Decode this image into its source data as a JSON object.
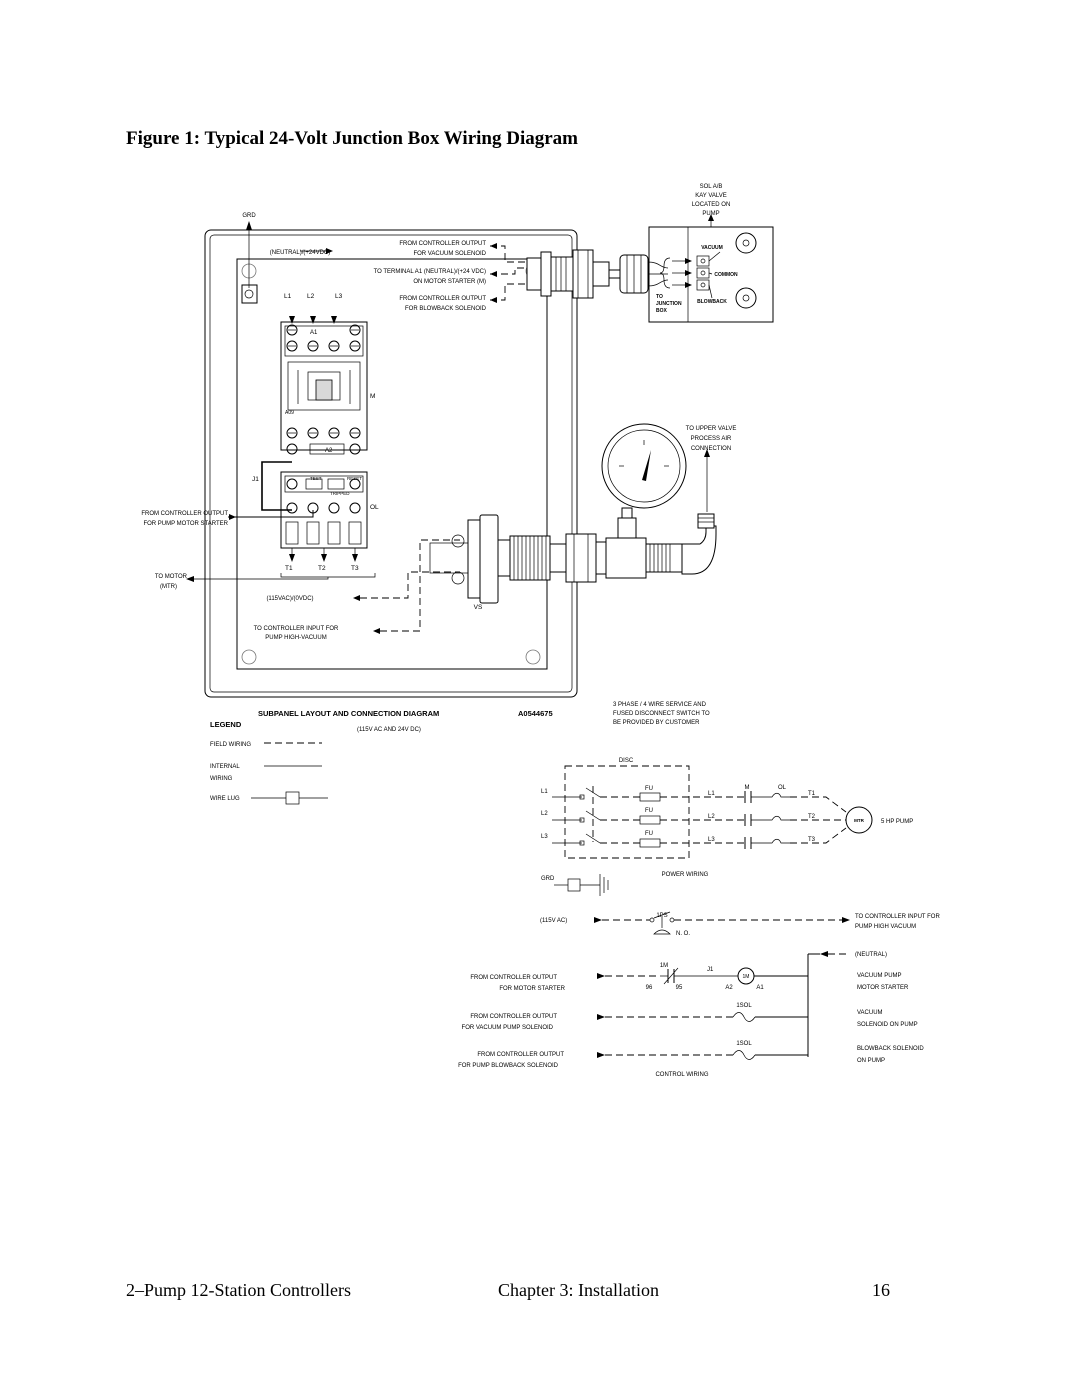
{
  "title": "Figure 1:  Typical 24-Volt Junction Box Wiring Diagram",
  "footer": {
    "left": "2–Pump 12-Station Controllers",
    "center": "Chapter 3:  Installation",
    "page": "16"
  },
  "subpanel": {
    "grd": "GRD",
    "neutral_24": "(NEUTRAL)/(+24VDC)",
    "ctrl_out_vac_1": "FROM CONTROLLER OUTPUT",
    "ctrl_out_vac_2": "FOR VACUUM SOLENOID",
    "term_a1_1": "TO TERMINAL A1 (NEUTRAL)/(+24 VDC)",
    "term_a1_2": "ON MOTOR STARTER (M)",
    "ctrl_out_blow_1": "FROM CONTROLLER OUTPUT",
    "ctrl_out_blow_2": "FOR BLOWBACK SOLENOID",
    "l1": "L1",
    "l2": "L2",
    "l3": "L3",
    "a1": "A1",
    "a2": "A2",
    "a09": "A09",
    "m": "M",
    "ol": "OL",
    "j1": "J1",
    "test": "TEST",
    "reset": "RESET",
    "tripped": "TRIPPED",
    "t1": "T1",
    "t2": "T2",
    "t3": "T3",
    "ctrl_out_motor_1": "FROM CONTROLLER OUTPUT",
    "ctrl_out_motor_2": "FOR PUMP MOTOR STARTER",
    "to_motor_1": "TO MOTOR",
    "to_motor_2": "(MTR)",
    "vac_115": "(115VAC)/(0VDC)",
    "to_ctrl_in_1": "TO CONTROLLER INPUT FOR",
    "to_ctrl_in_2": "PUMP HIGH-VACUUM",
    "vs": "VS"
  },
  "valve": {
    "sol_1": "SOL A/B",
    "sol_2": "KAY VALVE",
    "sol_3": "LOCATED ON",
    "sol_4": "PUMP",
    "vacuum": "VACUUM",
    "common": "COMMON",
    "blowback": "BLOWBACK",
    "to_jbox_1": "TO",
    "to_jbox_2": "JUNCTION",
    "to_jbox_3": "BOX",
    "upper_1": "TO UPPER VALVE",
    "upper_2": "PROCESS AIR",
    "upper_3": "CONNECTION"
  },
  "caption": {
    "subpanel_title": "SUBPANEL LAYOUT AND CONNECTION DIAGRAM",
    "part_no": "A0544675",
    "legend": "LEGEND",
    "voltage": "(115V AC AND 24V DC)",
    "service_1": "3 PHASE / 4 WIRE SERVICE AND",
    "service_2": "FUSED DISCONNECT SWITCH TO",
    "service_3": "BE PROVIDED BY CUSTOMER"
  },
  "legend": {
    "field": "FIELD WIRING",
    "internal_1": "INTERNAL",
    "internal_2": "WIRING",
    "lug": "WIRE LUG"
  },
  "power": {
    "disc": "DISC",
    "l1": "L1",
    "l2": "L2",
    "l3": "L3",
    "fu": "FU",
    "m": "M",
    "ol": "OL",
    "t1": "T1",
    "t2": "T2",
    "t3": "T3",
    "mtr": "MTR",
    "pump": "5 HP PUMP",
    "grd": "GRD",
    "label": "POWER WIRING"
  },
  "control": {
    "v115": "(115V AC)",
    "ps": "1PS",
    "no": "N. O.",
    "high_vac_1": "TO CONTROLLER INPUT FOR",
    "high_vac_2": "PUMP HIGH VACUUM",
    "neutral": "(NEUTRAL)",
    "m1": "1M",
    "j1": "J1",
    "coil": "1M",
    "n96": "96",
    "n95": "95",
    "a2": "A2",
    "a1": "A1",
    "motor_1": "FROM CONTROLLER OUTPUT",
    "motor_2": "FOR MOTOR STARTER",
    "vp_1": "VACUUM PUMP",
    "vp_2": "MOTOR STARTER",
    "sol1": "1SOL",
    "vac_out_1": "FROM CONTROLLER OUTPUT",
    "vac_out_2": "FOR VACUUM PUMP SOLENOID",
    "vac_sol_1": "VACUUM",
    "vac_sol_2": "SOLENOID ON PUMP",
    "sol2": "1SOL",
    "blow_out_1": "FROM CONTROLLER OUTPUT",
    "blow_out_2": "FOR PUMP BLOWBACK SOLENOID",
    "blow_sol_1": "BLOWBACK SOLENOID",
    "blow_sol_2": "ON PUMP",
    "label": "CONTROL WIRING"
  }
}
